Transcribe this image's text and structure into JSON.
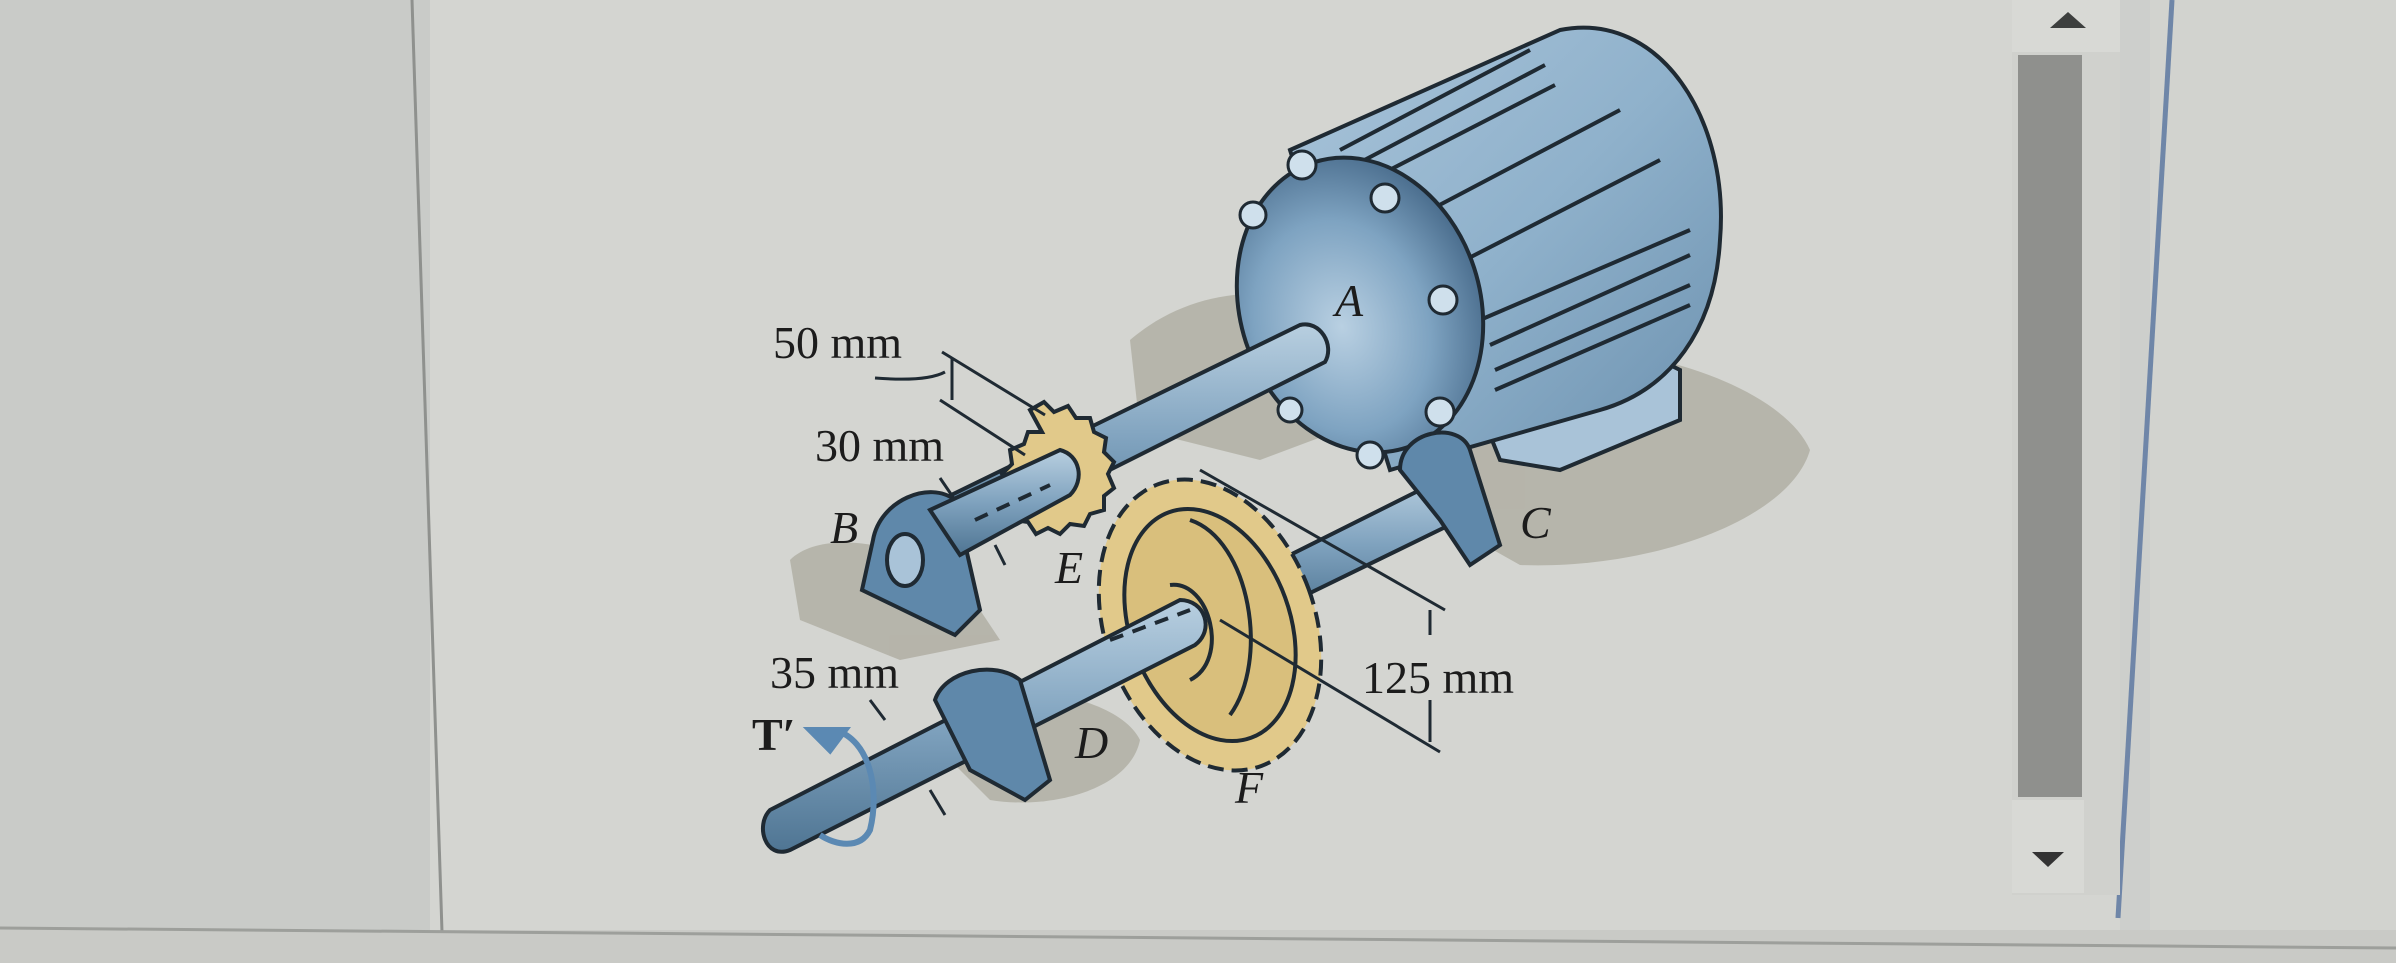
{
  "figure": {
    "labels": {
      "dim_50": "50 mm",
      "dim_30": "30 mm",
      "dim_35": "35 mm",
      "dim_125": "125 mm",
      "point_A": "A",
      "point_B": "B",
      "point_C": "C",
      "point_D": "D",
      "point_E": "E",
      "point_F": "F",
      "torque": "T′"
    },
    "colors": {
      "steel": "#7fa2be",
      "steel_dark": "#4f7593",
      "gear": "#e1c98a",
      "shadow": "#b3b1a6",
      "outline": "#1f2a33"
    }
  },
  "scrollbar": {
    "up_icon": "triangle-up",
    "down_icon": "triangle-down"
  }
}
